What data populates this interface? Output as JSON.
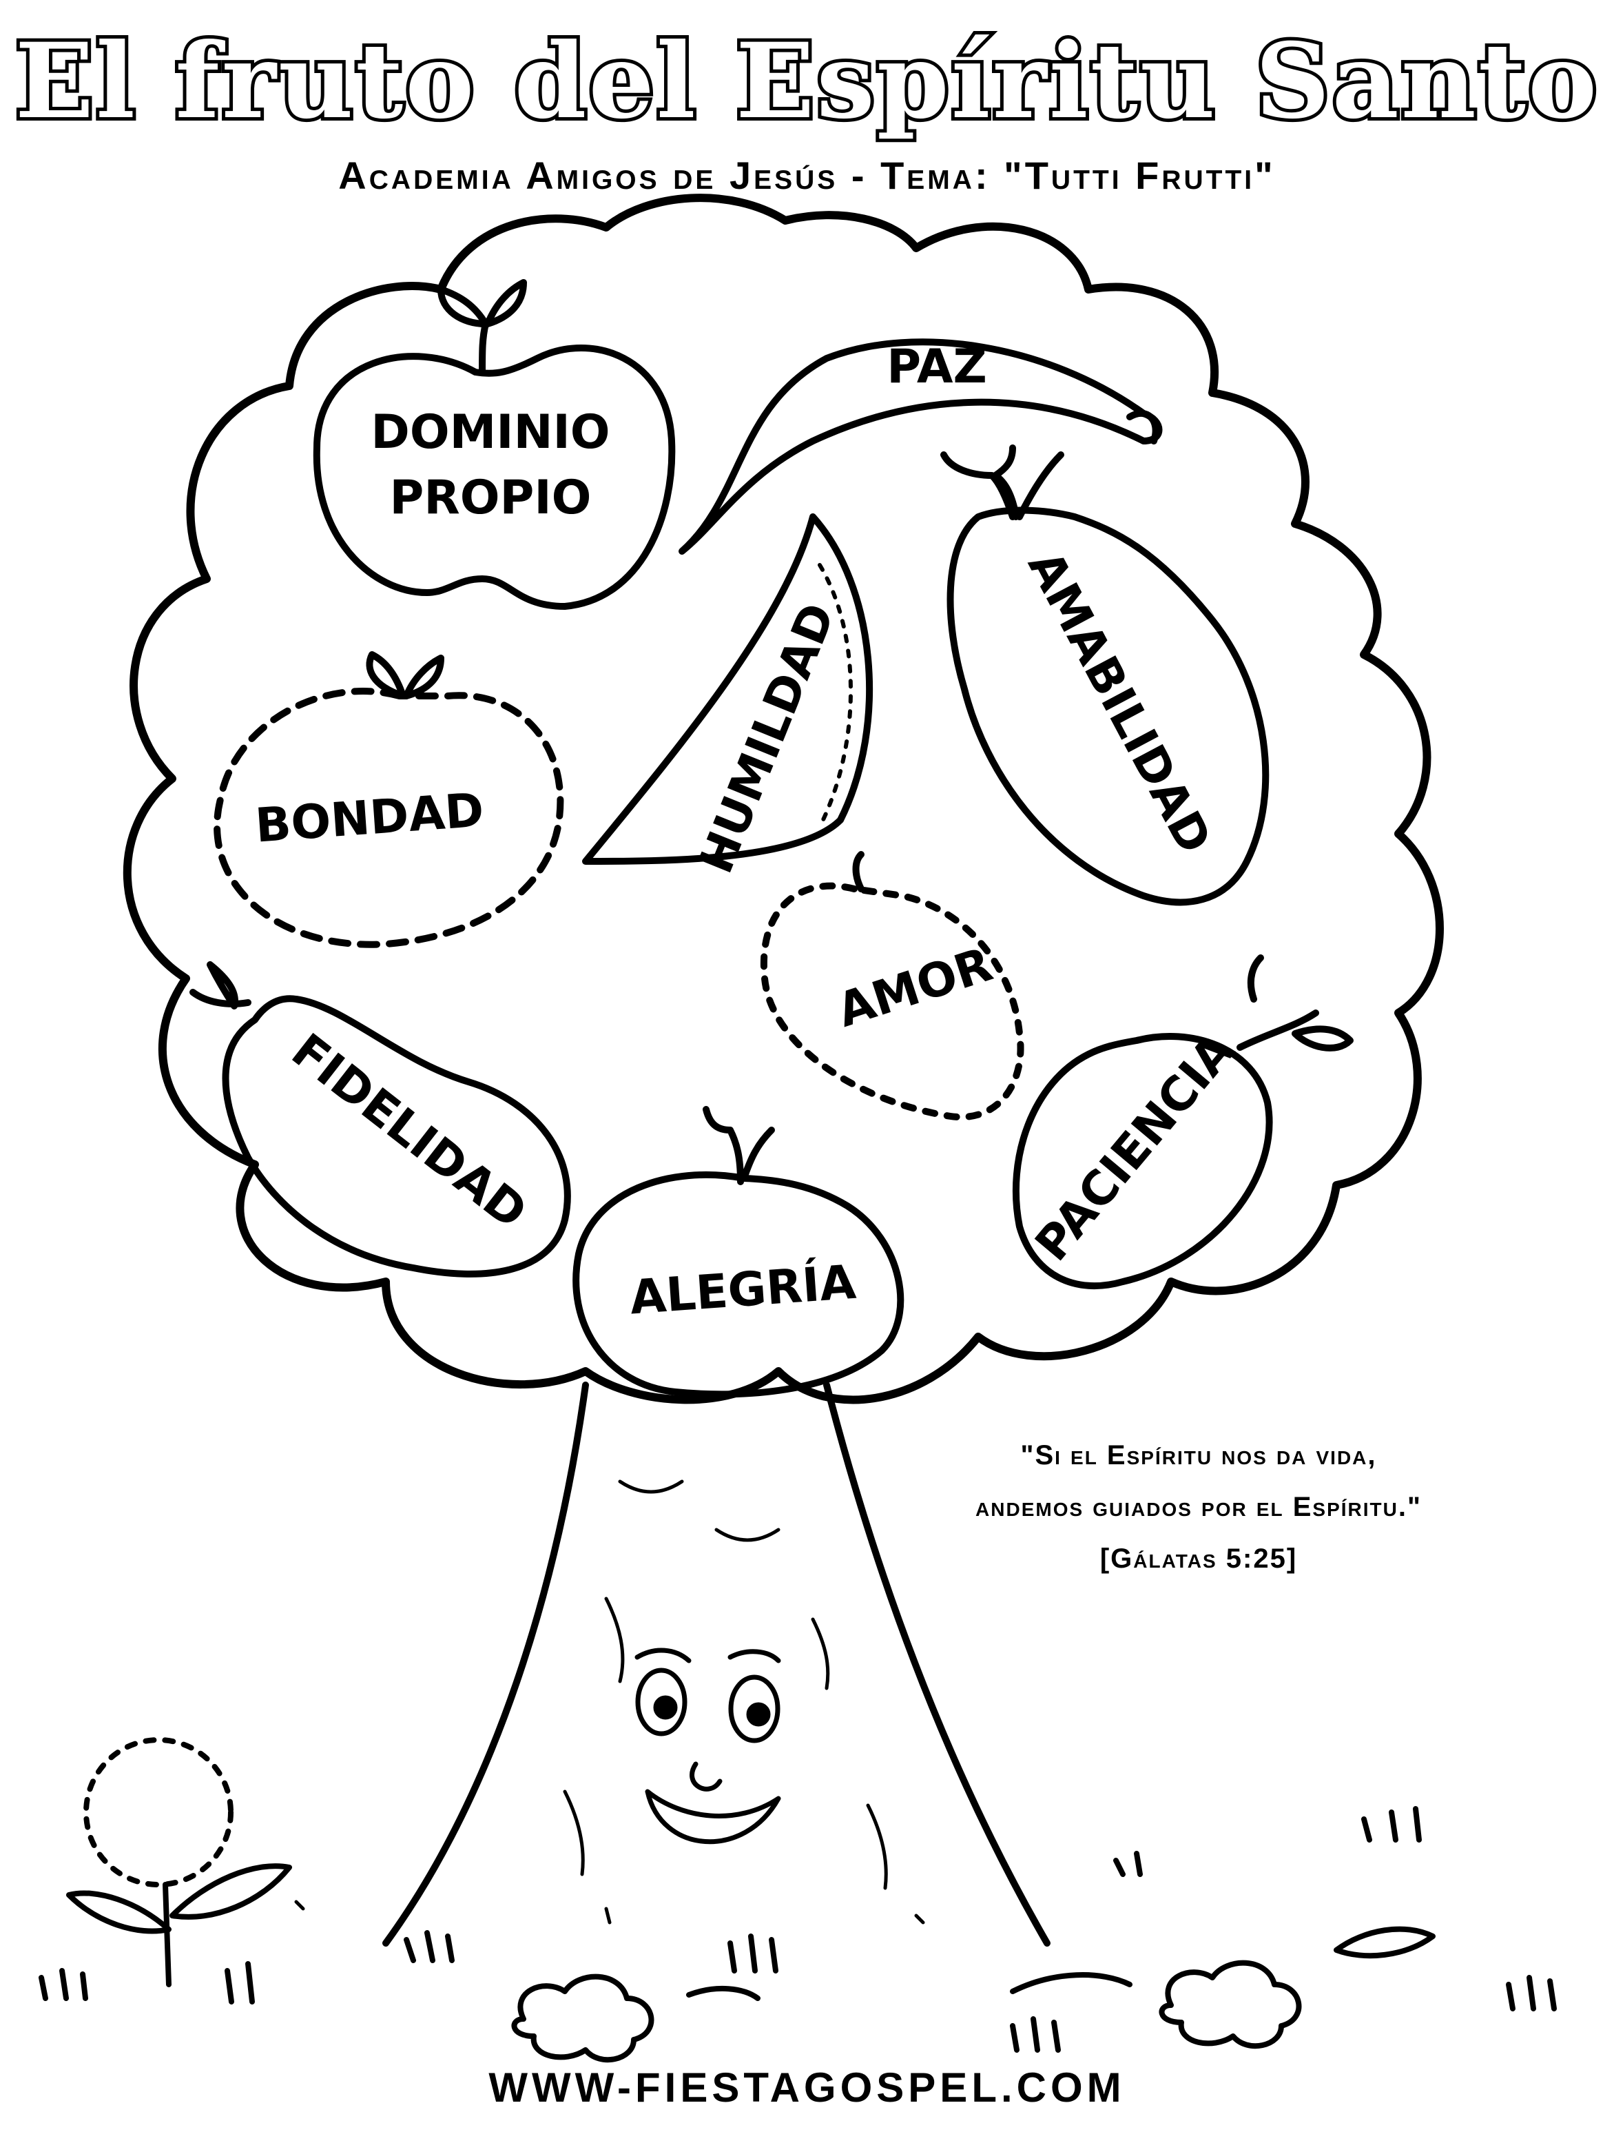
{
  "title": "El fruto del Espíritu Santo",
  "subtitle": "Academia Amigos de Jesús - Tema: \"Tutti Frutti\"",
  "fruits": {
    "dominio_line1": "DOMINIO",
    "dominio_line2": "PROPIO",
    "paz": "PAZ",
    "humildad": "HUMILDAD",
    "amabilidad": "AMABILIDAD",
    "bondad": "BONDAD",
    "amor": "AMOR",
    "fidelidad": "FIDELIDAD",
    "paciencia": "PACIENCIA",
    "alegria": "ALEGRÍA"
  },
  "verse": {
    "line1": "\"Si el Espíritu nos da vida,",
    "line2": "andemos guiados por el Espíritu.\"",
    "reference": "[Gálatas 5:25]"
  },
  "website": "WWW-FIESTAGOSPEL.COM"
}
